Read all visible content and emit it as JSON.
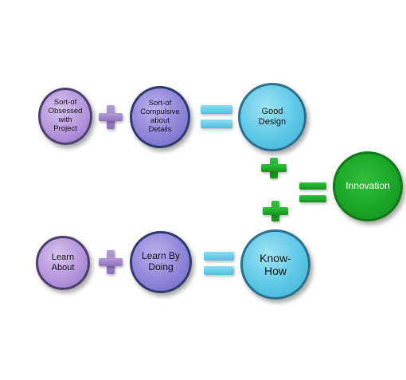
{
  "diagram": {
    "row1": {
      "circle1": "Sort-of\nObsessed\nwith\nProject",
      "circle2": "Sort-of\nCompulsive\nabout\nDetails",
      "result": "Good\nDesign"
    },
    "row2": {
      "circle1": "Learn\nAbout",
      "circle2": "Learn By\nDoing",
      "result": "Know-\nHow"
    },
    "final": "Innovation"
  },
  "colors": {
    "purple": "#b595dc",
    "blue": "#8f85d8",
    "cyan": "#5cc7e6",
    "green": "#1aa326"
  }
}
